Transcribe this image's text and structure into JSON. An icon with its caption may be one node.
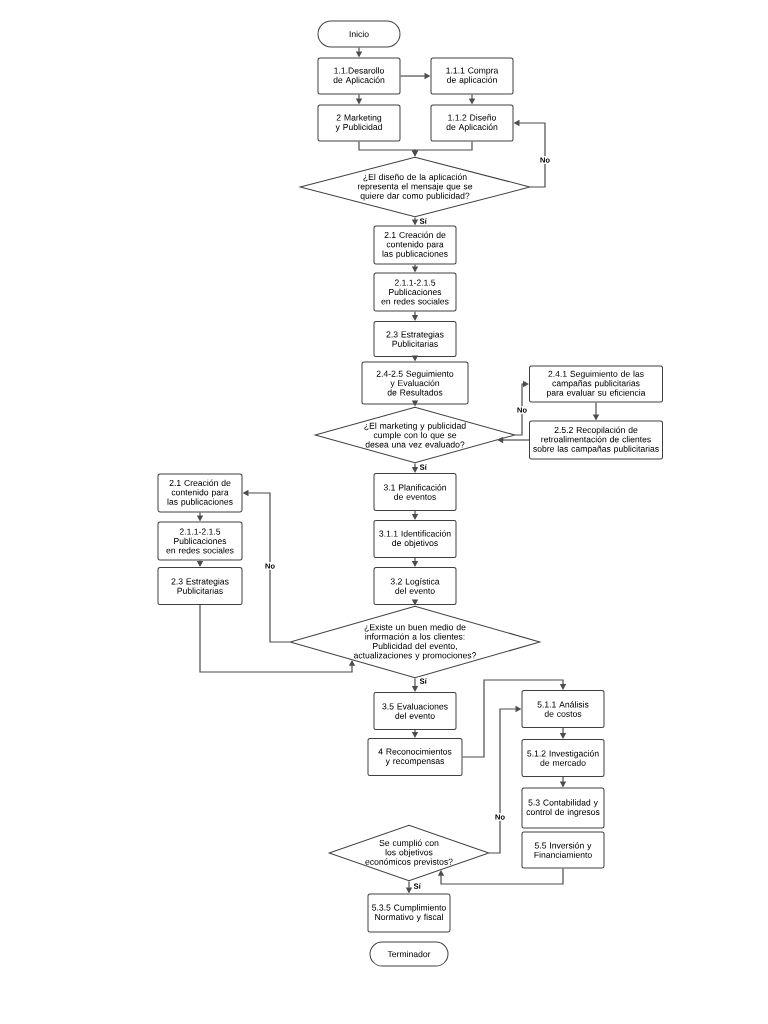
{
  "diagram": {
    "nodes": [
      {
        "text": [
          "Inicio"
        ]
      },
      {
        "text": [
          "1.1.Desarollo de Aplicación"
        ]
      },
      {
        "text": [
          "1.1.1 Compra de aplicación"
        ]
      },
      {
        "text": [
          "2 Marketing y Publicidad"
        ]
      },
      {
        "text": [
          "1.1.2 Diseño de Aplicación"
        ]
      },
      {
        "text": [
          "¿El diseño de la aplicación representa el mensaje que se quiere dar como publicidad?"
        ]
      },
      {
        "text": [
          "2.1 Creación de contenido para las publicaciones"
        ]
      },
      {
        "text": [
          "2.1.1-2.1.5 Publicaciones en redes sociales"
        ]
      },
      {
        "text": [
          "2.3 Estrategias Publicitarias"
        ]
      },
      {
        "text": [
          "2.4-2.5 Seguimiento y Evaluación de Resultados"
        ]
      },
      {
        "text": [
          "¿El marketing y publicidad cumple con lo que se desea una vez evaluado?"
        ]
      },
      {
        "text": [
          "2.4.1 Seguimiento de las campañas publicitarias para evaluar su eficiencia"
        ]
      },
      {
        "text": [
          "2.5.2 Recopilación de retroalimentación de clientes sobre las campañas publicitarias"
        ]
      },
      {
        "text": [
          "3.1 Planificación de eventos"
        ]
      },
      {
        "text": [
          "3.1.1 Identificación de objetivos"
        ]
      },
      {
        "text": [
          "3.2 Logística del evento"
        ]
      },
      {
        "text": [
          "¿Existe un buen medio de información a los clientes: Publicidad del evento, actualizaciones y promociones?"
        ]
      },
      {
        "text": [
          "2.1 Creación de contenido para las publicaciones"
        ]
      },
      {
        "text": [
          "2.1.1-2.1.5 Publicaciones en redes sociales"
        ]
      },
      {
        "text": [
          "2.3 Estrategias Publicitarias"
        ]
      },
      {
        "text": [
          "3.5 Evaluaciones del evento"
        ]
      },
      {
        "text": [
          "4 Reconocimientos y recompensas"
        ]
      },
      {
        "text": [
          "5.1.1 Análisis de costos"
        ]
      },
      {
        "text": [
          "5.1.2 Investigación de mercado"
        ]
      },
      {
        "text": [
          "5.3 Contabilidad y control de ingresos"
        ]
      },
      {
        "text": [
          "5.5 Inversión y Financiamiento"
        ]
      },
      {
        "text": [
          "Se cumplió con los objetivos económicos previstos?"
        ]
      },
      {
        "text": [
          "5.3.5 Cumplimiento Normativo y fiscal"
        ]
      },
      {
        "text": [
          "Terminador"
        ]
      }
    ],
    "edges": [
      {
        "from": 0,
        "to": 1,
        "arrow": "to"
      },
      {
        "from": 1,
        "to": 2,
        "arrow": "to"
      },
      {
        "from": 1,
        "to": 3,
        "arrow": "to"
      },
      {
        "from": 2,
        "to": 4,
        "arrow": "to"
      },
      {
        "from": 3,
        "to": 5,
        "arrow": "to"
      },
      {
        "from": 4,
        "to": 5,
        "arrow": "to"
      },
      {
        "from": 5,
        "to": 4,
        "arrow": "to",
        "label": "No"
      },
      {
        "from": 5,
        "to": 6,
        "arrow": "to",
        "label": "Sí"
      },
      {
        "from": 6,
        "to": 7,
        "arrow": "to"
      },
      {
        "from": 7,
        "to": 8,
        "arrow": "to"
      },
      {
        "from": 8,
        "to": 9,
        "arrow": "to"
      },
      {
        "from": 9,
        "to": 10,
        "arrow": "to"
      },
      {
        "from": 10,
        "to": 11,
        "arrow": "to",
        "label": "No"
      },
      {
        "from": 11,
        "to": 12,
        "arrow": "to"
      },
      {
        "from": 12,
        "to": 10,
        "arrow": "to"
      },
      {
        "from": 10,
        "to": 13,
        "arrow": "to",
        "label": "Sí"
      },
      {
        "from": 13,
        "to": 14,
        "arrow": "to"
      },
      {
        "from": 14,
        "to": 15,
        "arrow": "to"
      },
      {
        "from": 15,
        "to": 16,
        "arrow": "to"
      },
      {
        "from": 16,
        "to": 17,
        "arrow": "to",
        "label": "No"
      },
      {
        "from": 17,
        "to": 18,
        "arrow": "to"
      },
      {
        "from": 18,
        "to": 19,
        "arrow": "to"
      },
      {
        "from": 19,
        "to": 16,
        "arrow": "to"
      },
      {
        "from": 16,
        "to": 20,
        "arrow": "to",
        "label": "Sí"
      },
      {
        "from": 20,
        "to": 21,
        "arrow": "to"
      },
      {
        "from": 21,
        "to": 22,
        "arrow": "to"
      },
      {
        "from": 22,
        "to": 23,
        "arrow": "to"
      },
      {
        "from": 23,
        "to": 24,
        "arrow": "to"
      },
      {
        "from": 26,
        "to": 22,
        "arrow": "to",
        "label": "No"
      },
      {
        "from": 25,
        "to": 26,
        "arrow": "to"
      },
      {
        "from": 26,
        "to": 27,
        "arrow": "to",
        "label": "Sí"
      }
    ]
  }
}
